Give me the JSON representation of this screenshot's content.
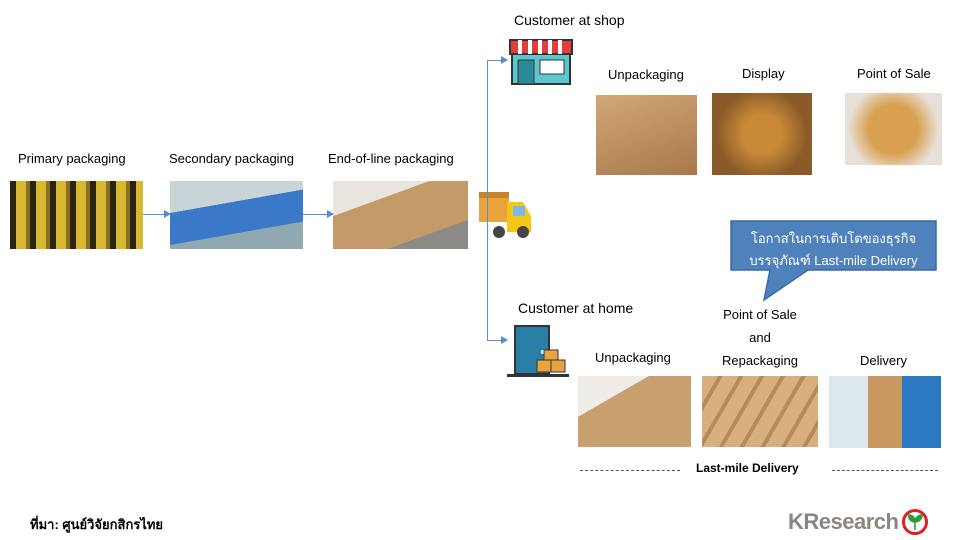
{
  "supply_chain": {
    "primary": "Primary packaging",
    "secondary": "Secondary packaging",
    "end_of_line": "End-of-line packaging"
  },
  "shop": {
    "title": "Customer at shop",
    "steps": [
      "Unpackaging",
      "Display",
      "Point of Sale"
    ]
  },
  "callout": {
    "line1": "โอกาสในการเติบโตของธุรกิจ",
    "line2": "บรรจุภัณฑ์ Last-mile Delivery",
    "color": "#4f81bd"
  },
  "home": {
    "title": "Customer at home",
    "steps": [
      "Unpackaging",
      "Point of Sale",
      "and",
      "Repackaging",
      "Delivery"
    ],
    "bracket_label": "Last-mile Delivery"
  },
  "footer": {
    "source": "ที่มา: ศูนย์วิจัยกสิกรไทย",
    "logo": "KResearch"
  }
}
